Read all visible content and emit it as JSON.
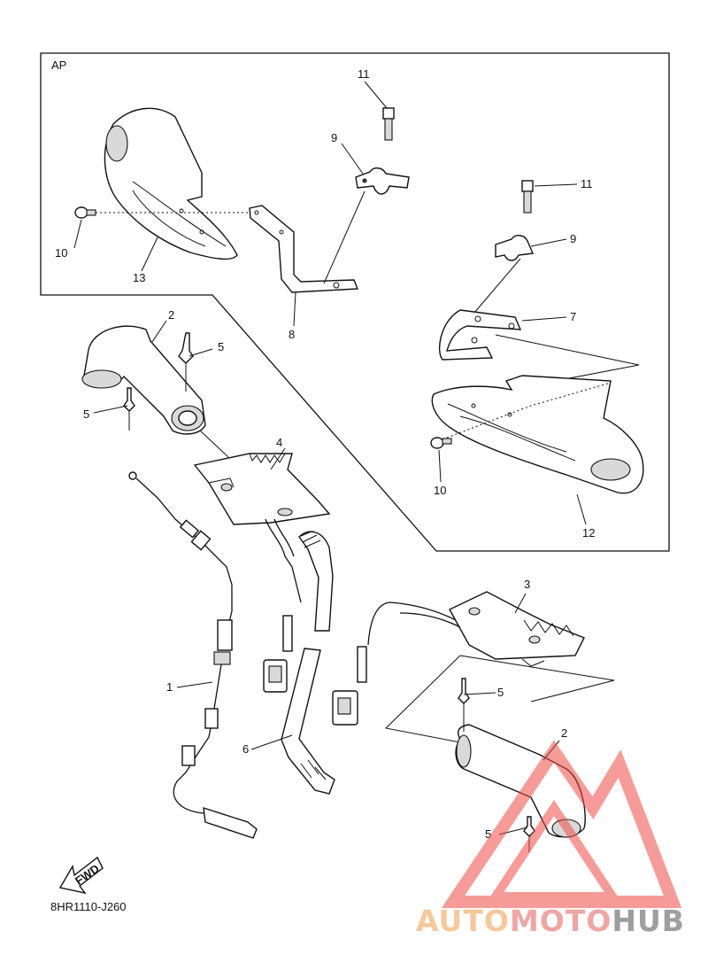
{
  "diagram": {
    "inset_label": "AP",
    "code": "8HR1110-J260",
    "fwd_label": "FWD",
    "callouts": {
      "c1": "1",
      "c2a": "2",
      "c2b": "2",
      "c3": "3",
      "c4": "4",
      "c5a": "5",
      "c5b": "5",
      "c5c": "5",
      "c5d": "5",
      "c6": "6",
      "c7": "7",
      "c8": "8",
      "c9a": "9",
      "c9b": "9",
      "c10a": "10",
      "c10b": "10",
      "c11a": "11",
      "c11b": "11",
      "c12": "12",
      "c13": "13"
    }
  },
  "watermark": {
    "part1": "AUTO",
    "part2": "MOTO",
    "part3": "HUB",
    "colors": {
      "auto": "#f6c89a",
      "moto": "#f0a6a4",
      "hub": "#9e9e9e",
      "logo": "#ef4b44"
    }
  }
}
